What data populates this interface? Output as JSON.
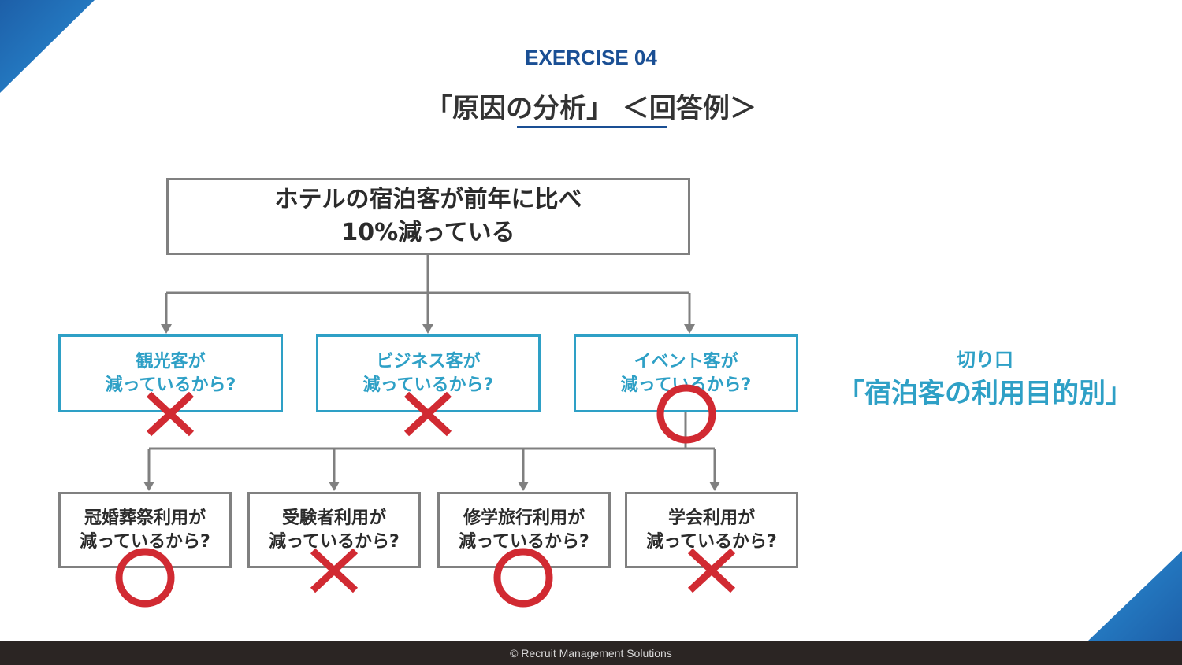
{
  "header": {
    "exercise": "EXERCISE 04",
    "title": "「原因の分析」 ＜回答例＞"
  },
  "tree": {
    "root": {
      "line1": "ホテルの宿泊客が前年に比べ",
      "line2": "10%減っている"
    },
    "level1": [
      {
        "line1": "観光客が",
        "line2": "減っているから?",
        "mark": "cross"
      },
      {
        "line1": "ビジネス客が",
        "line2": "減っているから?",
        "mark": "cross"
      },
      {
        "line1": "イベント客が",
        "line2": "減っているから?",
        "mark": "circle"
      }
    ],
    "level2": [
      {
        "line1": "冠婚葬祭利用が",
        "line2": "減っているから?",
        "mark": "circle"
      },
      {
        "line1": "受験者利用が",
        "line2": "減っているから?",
        "mark": "cross"
      },
      {
        "line1": "修学旅行利用が",
        "line2": "減っているから?",
        "mark": "circle"
      },
      {
        "line1": "学会利用が",
        "line2": "減っているから?",
        "mark": "cross"
      }
    ]
  },
  "side": {
    "label_small": "切り口",
    "label_big": "「宿泊客の利用目的別」"
  },
  "colors": {
    "teal": "#2ea0c6",
    "navy": "#1a4f94",
    "mark_red": "#d12a32",
    "gray": "#808080"
  },
  "footer": {
    "copyright": "© Recruit Management Solutions"
  }
}
